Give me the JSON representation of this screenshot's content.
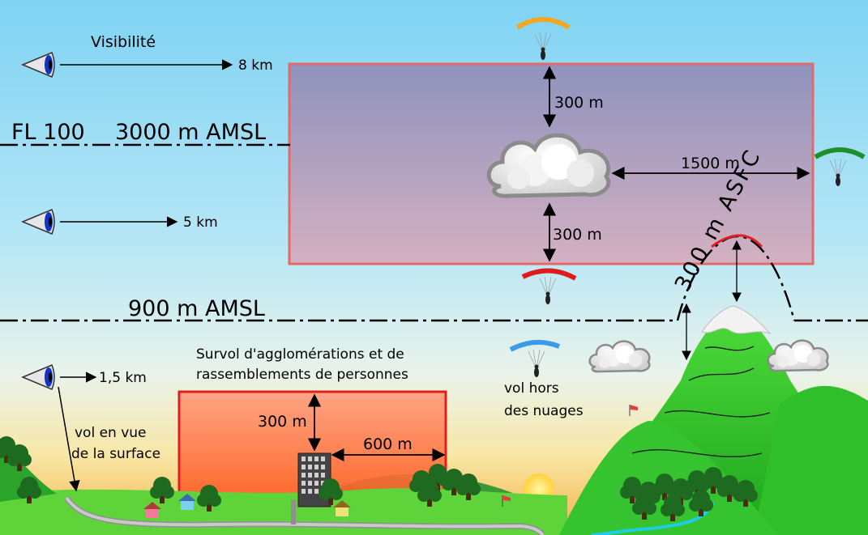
{
  "visibility": {
    "title": "Visibilité",
    "high": "8 km",
    "mid": "5 km",
    "low": "1,5 km"
  },
  "levels": {
    "fl": "FL 100",
    "upper_amsl": "3000 m AMSL",
    "lower_amsl": "900 m AMSL",
    "asfc": "300 m ASFC"
  },
  "cloud_clearance": {
    "above": "300 m",
    "below": "300 m",
    "horizontal": "1500 m"
  },
  "urban": {
    "title_line1": "Survol d'agglomérations et de",
    "title_line2": "rassemblements de personnes",
    "vertical": "300 m",
    "horizontal": "600 m"
  },
  "notes": {
    "clear_of_clouds_line1": "vol hors",
    "clear_of_clouds_line2": "des nuages",
    "surface_line1": "vol en vue",
    "surface_line2": "de la surface"
  },
  "colors": {
    "sky_top": "#7fd3f3",
    "sky_mid": "#bfe9f6",
    "horizon_glow": "#f4b24a",
    "cloud_box_fill": "#9a7fb0",
    "cloud_box_border": "#e46a6a",
    "urban_box_fill": "#ff6a3a",
    "urban_box_border": "#e02020",
    "grass_light": "#7ee04a",
    "grass_dark": "#2aa52a",
    "wing_orange": "#f5a623",
    "wing_green": "#1f8f2a",
    "wing_red": "#e01b1b",
    "wing_blue": "#3a9be8"
  },
  "icons": [
    "eye-icon",
    "paraglider-icon",
    "cloud-icon",
    "building-icon",
    "house-icon",
    "tree-icon",
    "windsock-icon",
    "sun-icon"
  ]
}
